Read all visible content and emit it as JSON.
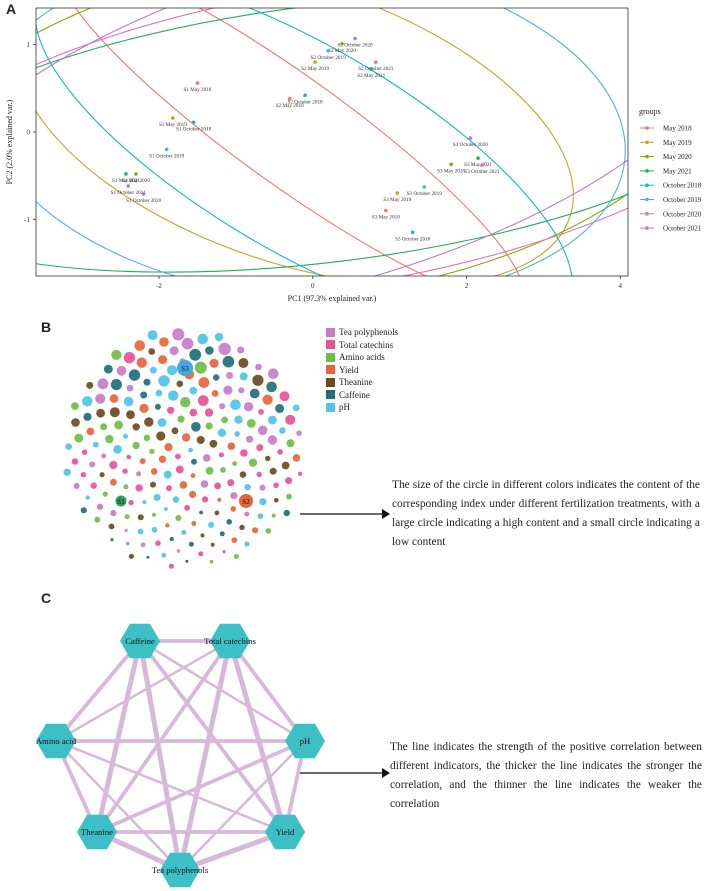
{
  "panel_letters": {
    "a": "A",
    "b": "B",
    "c": "C"
  },
  "chart_data": [
    {
      "type": "scatter",
      "panel": "A",
      "xlabel": "PC1 (97.3% explained var.)",
      "ylabel": "PC2 (2.0% explained var.)",
      "xlim": [
        -3.6,
        4.1
      ],
      "ylim": [
        -1.65,
        1.42
      ],
      "xticks": [
        -2,
        0,
        2,
        4
      ],
      "yticks": [
        -1,
        0,
        1
      ],
      "legend_title": "groups",
      "legend_position": "right",
      "groups": [
        {
          "name": "May 2018",
          "color": "#F0776D"
        },
        {
          "name": "May 2019",
          "color": "#C9A227"
        },
        {
          "name": "May 2020",
          "color": "#7CAE00"
        },
        {
          "name": "May 2021",
          "color": "#1FAE5A"
        },
        {
          "name": "October 2018",
          "color": "#19B4CC"
        },
        {
          "name": "October 2019",
          "color": "#5AA9E6"
        },
        {
          "name": "October 2020",
          "color": "#B77CD6"
        },
        {
          "name": "October 2021",
          "color": "#E46FB5"
        }
      ],
      "points": [
        {
          "label": "S2 October 2020",
          "x": 0.55,
          "y": 1.07,
          "g": 6
        },
        {
          "label": "S2 May 2020",
          "x": 0.38,
          "y": 1.01,
          "g": 2
        },
        {
          "label": "S2 October 2019",
          "x": 0.2,
          "y": 0.93,
          "g": 5
        },
        {
          "label": "S2 October 2021",
          "x": 0.82,
          "y": 0.8,
          "g": 7
        },
        {
          "label": "S2 May 2019",
          "x": 0.03,
          "y": 0.8,
          "g": 1
        },
        {
          "label": "S2 May 2021",
          "x": 0.76,
          "y": 0.72,
          "g": 3
        },
        {
          "label": "S2 May 2018",
          "x": -0.3,
          "y": 0.38,
          "g": 0
        },
        {
          "label": "S2 October 2018",
          "x": -0.1,
          "y": 0.42,
          "g": 4
        },
        {
          "label": "S1 May 2018",
          "x": -1.5,
          "y": 0.56,
          "g": 0
        },
        {
          "label": "S1 May 2019",
          "x": -1.82,
          "y": 0.16,
          "g": 1
        },
        {
          "label": "S1 October 2018",
          "x": -1.55,
          "y": 0.11,
          "g": 4
        },
        {
          "label": "S1 October 2019",
          "x": -1.9,
          "y": -0.2,
          "g": 5
        },
        {
          "label": "S1 May 2021",
          "x": -2.43,
          "y": -0.48,
          "g": 3
        },
        {
          "label": "S1 May 2020",
          "x": -2.3,
          "y": -0.48,
          "g": 2
        },
        {
          "label": "S1 October 2021",
          "x": -2.4,
          "y": -0.62,
          "g": 7
        },
        {
          "label": "S1 October 2020",
          "x": -2.2,
          "y": -0.71,
          "g": 6
        },
        {
          "label": "S3 October 2020",
          "x": 2.05,
          "y": -0.07,
          "g": 6
        },
        {
          "label": "S3 May 2020",
          "x": 1.8,
          "y": -0.37,
          "g": 2
        },
        {
          "label": "S3 May 2021",
          "x": 2.15,
          "y": -0.3,
          "g": 3
        },
        {
          "label": "S3 October 2021",
          "x": 2.2,
          "y": -0.38,
          "g": 7
        },
        {
          "label": "S3 October 2019",
          "x": 1.45,
          "y": -0.63,
          "g": 5
        },
        {
          "label": "S3 May 2019",
          "x": 1.1,
          "y": -0.7,
          "g": 1
        },
        {
          "label": "S3 May 2018",
          "x": 0.95,
          "y": -0.9,
          "g": 0
        },
        {
          "label": "S3 October 2018",
          "x": 1.3,
          "y": -1.15,
          "g": 4
        }
      ]
    },
    {
      "type": "network",
      "panel": "B",
      "legend_position": "right",
      "legend": [
        {
          "name": "Tea polyphenols",
          "color": "#C77CC9"
        },
        {
          "name": "Total catechins",
          "color": "#E8519A"
        },
        {
          "name": "Amino acids",
          "color": "#6DBE45"
        },
        {
          "name": "Yield",
          "color": "#E8643C"
        },
        {
          "name": "Theanine",
          "color": "#6B4A1E"
        },
        {
          "name": "Caffeine",
          "color": "#1F6E7A"
        },
        {
          "name": "pH",
          "color": "#4FC3E8"
        }
      ],
      "hub_labels": [
        {
          "label": "S3",
          "color": "#3FA9E0"
        },
        {
          "label": "S2",
          "color": "#E8643C"
        },
        {
          "label": "S1",
          "color": "#2E9E5B"
        }
      ]
    },
    {
      "type": "network",
      "panel": "C",
      "nodes": [
        "Caffeine",
        "Total catechins",
        "pH",
        "Yield",
        "Tea polyphenols",
        "Theanine",
        "Amino acid"
      ],
      "node_color": "#3CC0C5",
      "edge_color": "#D7B7DA",
      "edges": [
        {
          "source": "Caffeine",
          "target": "Total catechins",
          "weight": 3
        },
        {
          "source": "Caffeine",
          "target": "pH",
          "weight": 2
        },
        {
          "source": "Caffeine",
          "target": "Yield",
          "weight": 3
        },
        {
          "source": "Caffeine",
          "target": "Tea polyphenols",
          "weight": 4
        },
        {
          "source": "Caffeine",
          "target": "Theanine",
          "weight": 4
        },
        {
          "source": "Caffeine",
          "target": "Amino acid",
          "weight": 3
        },
        {
          "source": "Total catechins",
          "target": "pH",
          "weight": 3
        },
        {
          "source": "Total catechins",
          "target": "Yield",
          "weight": 4
        },
        {
          "source": "Total catechins",
          "target": "Tea polyphenols",
          "weight": 4
        },
        {
          "source": "Total catechins",
          "target": "Theanine",
          "weight": 3
        },
        {
          "source": "Total catechins",
          "target": "Amino acid",
          "weight": 2
        },
        {
          "source": "pH",
          "target": "Yield",
          "weight": 3
        },
        {
          "source": "pH",
          "target": "Tea polyphenols",
          "weight": 2
        },
        {
          "source": "pH",
          "target": "Theanine",
          "weight": 3
        },
        {
          "source": "pH",
          "target": "Amino acid",
          "weight": 3
        },
        {
          "source": "Yield",
          "target": "Tea polyphenols",
          "weight": 4
        },
        {
          "source": "Yield",
          "target": "Theanine",
          "weight": 3
        },
        {
          "source": "Yield",
          "target": "Amino acid",
          "weight": 2
        },
        {
          "source": "Tea polyphenols",
          "target": "Theanine",
          "weight": 4
        },
        {
          "source": "Tea polyphenols",
          "target": "Amino acid",
          "weight": 2
        },
        {
          "source": "Theanine",
          "target": "Amino acid",
          "weight": 3
        }
      ]
    }
  ],
  "notes": {
    "b": "The size of the circle in different colors indicates the content of the corresponding index under different fertilization treatments, with a large circle indicating a high content and a small circle indicating a low content",
    "c": "The line indicates the strength of the positive correlation between different indicators, the thicker the line indicates the stronger the correlation, and the thinner the line indicates the weaker the correlation"
  }
}
